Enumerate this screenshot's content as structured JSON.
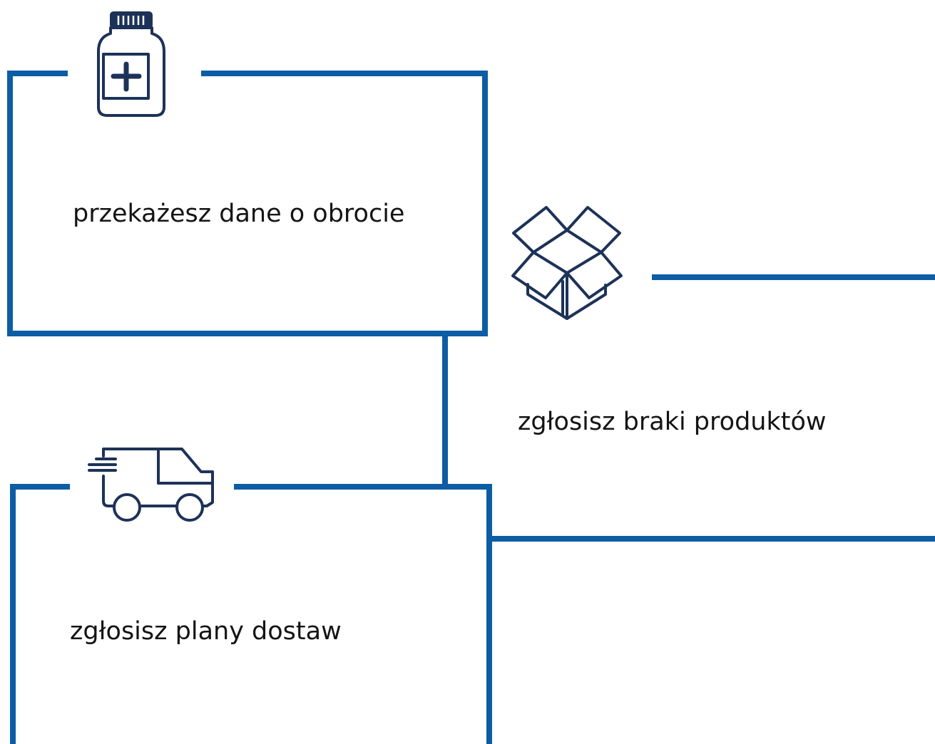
{
  "diagram": {
    "steps": [
      {
        "label": "przekażesz dane o obrocie",
        "icon": "medicine-bottle-icon"
      },
      {
        "label": "zgłosisz braki produktów",
        "icon": "open-box-icon"
      },
      {
        "label": "zgłosisz plany dostaw",
        "icon": "delivery-van-icon"
      }
    ]
  },
  "colors": {
    "frame": "#0c5da5",
    "icon": "#1d3258",
    "text": "#141414",
    "background": "#ffffff"
  }
}
